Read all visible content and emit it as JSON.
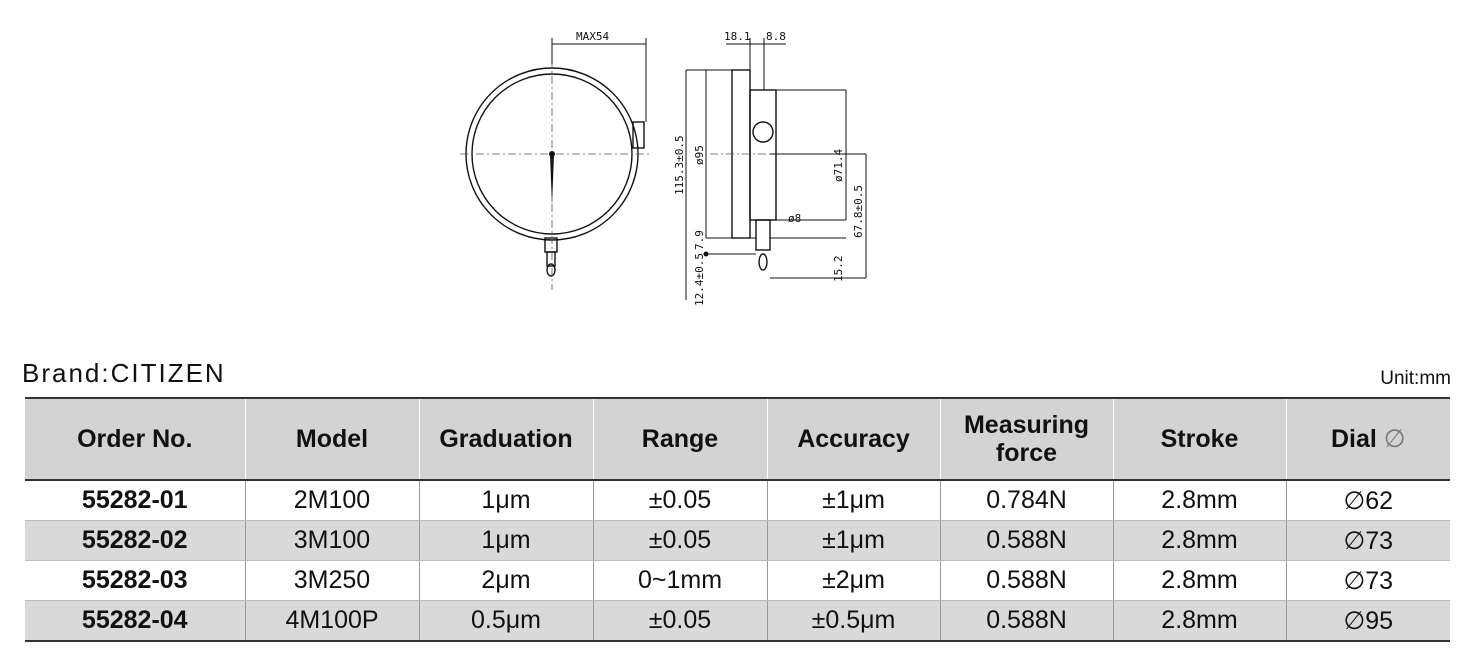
{
  "drawing": {
    "max_label": "MAX54",
    "dim_18_1": "18.1",
    "dim_8_8": "8.8",
    "dim_115": "115.3±0.5",
    "dim_95": "ø95",
    "dim_71_4": "ø71.4",
    "dim_8": "ø8",
    "dim_67_8": "67.8±0.5",
    "dim_7_9": "7.9",
    "dim_12_4": "12.4±0.5",
    "dim_15_2": "15.2"
  },
  "brand": "Brand:CITIZEN",
  "unit": "Unit:mm",
  "table": {
    "headers": [
      "Order No.",
      "Model",
      "Graduation",
      "Range",
      "Accuracy",
      "Measuring force",
      "Stroke",
      "Dial"
    ],
    "dial_symbol": "∅",
    "rows": [
      [
        "55282-01",
        "2M100",
        "1μm",
        "±0.05",
        "±1μm",
        "0.784N",
        "2.8mm",
        "∅62"
      ],
      [
        "55282-02",
        "3M100",
        "1μm",
        "±0.05",
        "±1μm",
        "0.588N",
        "2.8mm",
        "∅73"
      ],
      [
        "55282-03",
        "3M250",
        "2μm",
        "0~1mm",
        "±2μm",
        "0.588N",
        "2.8mm",
        "∅73"
      ],
      [
        "55282-04",
        "4M100P",
        "0.5μm",
        "±0.05",
        "±0.5μm",
        "0.588N",
        "2.8mm",
        "∅95"
      ]
    ]
  }
}
